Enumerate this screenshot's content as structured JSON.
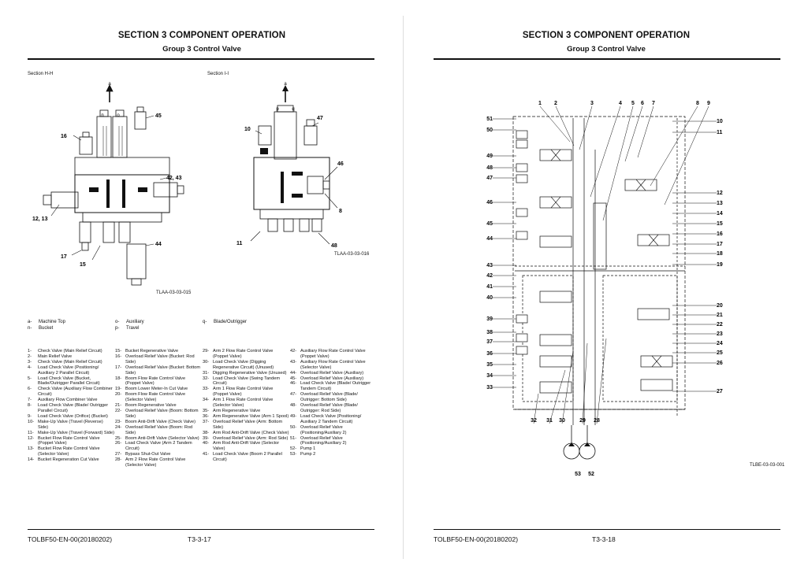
{
  "left": {
    "section_title": "SECTION 3 COMPONENT OPERATION",
    "group_title": "Group 3 Control Valve",
    "section_hh": "Section H-H",
    "section_ii": "Section I-I",
    "fig1_code": "TLAA-03-03-015",
    "fig2_code": "TLAA-03-03-016",
    "fig1_labels": {
      "a": "a",
      "n": "n",
      "o": "o",
      "c45": "45",
      "c16": "16",
      "c4243": "42, 43",
      "c1213": "12, 13",
      "c44": "44",
      "c17": "17",
      "c15": "15"
    },
    "fig2_labels": {
      "a": "a",
      "p": "p",
      "q": "q",
      "c10": "10",
      "c47": "47",
      "c46": "46",
      "c8": "8",
      "c11": "11",
      "c48": "48"
    },
    "legend_letters": [
      {
        "k": "a-",
        "t": "Machine Top"
      },
      {
        "k": "n-",
        "t": "Bucket"
      },
      {
        "k": "o-",
        "t": "Auxiliary"
      },
      {
        "k": "p-",
        "t": "Travel"
      },
      {
        "k": "q-",
        "t": "Blade/Outrigger"
      }
    ],
    "legend_items": [
      {
        "n": "1-",
        "t": "Check Valve (Main Relief Circuit)"
      },
      {
        "n": "2-",
        "t": "Main Relief Valve"
      },
      {
        "n": "3-",
        "t": "Check Valve (Main Relief Circuit)"
      },
      {
        "n": "4-",
        "t": "Load Check Valve (Positioning/ Auxiliary 2 Parallel Circuit)"
      },
      {
        "n": "5-",
        "t": "Load Check Valve (Bucket, Blade/Outrigger Parallel Circuit)"
      },
      {
        "n": "6-",
        "t": "Check Valve (Auxiliary Flow Combiner Circuit)"
      },
      {
        "n": "7-",
        "t": "Auxiliary Flow Combiner Valve"
      },
      {
        "n": "8-",
        "t": "Load Check Valve (Blade/ Outrigger Parallel Circuit)"
      },
      {
        "n": "9-",
        "t": "Load Check Valve (Orifice) (Bucket)"
      },
      {
        "n": "10-",
        "t": "Make-Up Valve (Travel (Reverse) Side)"
      },
      {
        "n": "11-",
        "t": "Make-Up Valve (Travel (Forward) Side)"
      },
      {
        "n": "12-",
        "t": "Bucket Flow Rate Control Valve (Poppet Valve)"
      },
      {
        "n": "13-",
        "t": "Bucket Flow Rate Control Valve (Selector Valve)"
      },
      {
        "n": "14-",
        "t": "Bucket Regeneration Cut Valve"
      },
      {
        "n": "15-",
        "t": "Bucket Regenerative Valve"
      },
      {
        "n": "16-",
        "t": "Overload Relief Valve (Bucket: Rod Side)"
      },
      {
        "n": "17-",
        "t": "Overload Relief Valve (Bucket: Bottom Side)"
      },
      {
        "n": "18-",
        "t": "Boom Flow Rate Control Valve (Poppet Valve)"
      },
      {
        "n": "19-",
        "t": "Boom Lower Meter-In Cut Valve"
      },
      {
        "n": "20-",
        "t": "Boom Flow Rate Control Valve (Selector Valve)"
      },
      {
        "n": "21-",
        "t": "Boom Regenerative Valve"
      },
      {
        "n": "22-",
        "t": "Overload Relief Valve (Boom: Bottom Side)"
      },
      {
        "n": "23-",
        "t": "Boom Anti-Drift Valve (Check Valve)"
      },
      {
        "n": "24-",
        "t": "Overload Relief Valve (Boom: Rod Side)"
      },
      {
        "n": "25-",
        "t": "Boom Anti-Drift Valve (Selector Valve)"
      },
      {
        "n": "26-",
        "t": "Load Check Valve (Arm 2 Tandem Circuit)"
      },
      {
        "n": "27-",
        "t": "Bypass Shut-Out Valve"
      },
      {
        "n": "28-",
        "t": "Arm 2 Flow Rate Control Valve (Selector Valve)"
      },
      {
        "n": "29-",
        "t": "Arm 2 Flow Rate Control Valve (Poppet Valve)"
      },
      {
        "n": "30-",
        "t": "Load Check Valve (Digging Regenerative Circuit) (Unused)"
      },
      {
        "n": "31-",
        "t": "Digging Regenerative Valve (Unused)"
      },
      {
        "n": "32-",
        "t": "Load Check Valve (Swing Tandem Circuit)"
      },
      {
        "n": "33-",
        "t": "Arm 1 Flow Rate Control Valve (Poppet Valve)"
      },
      {
        "n": "34-",
        "t": "Arm 1 Flow Rate Control Valve (Selector Valve)"
      },
      {
        "n": "35-",
        "t": "Arm Regenerative Valve"
      },
      {
        "n": "36-",
        "t": "Arm Regenerative Valve (Arm 1 Spool)"
      },
      {
        "n": "37-",
        "t": "Overload Relief Valve (Arm: Bottom Side)"
      },
      {
        "n": "38-",
        "t": "Arm Rod Anti-Drift Valve (Check Valve)"
      },
      {
        "n": "39-",
        "t": "Overload Relief Valve (Arm: Rod Side)"
      },
      {
        "n": "40-",
        "t": "Arm Rod Anti-Drift Valve (Selector Valve)"
      },
      {
        "n": "41-",
        "t": "Load Check Valve (Boom 2 Parallel Circuit)"
      },
      {
        "n": "42-",
        "t": "Auxiliary Flow Rate Control Valve (Poppet Valve)"
      },
      {
        "n": "43-",
        "t": "Auxiliary Flow Rate Control Valve (Selector Valve)"
      },
      {
        "n": "44-",
        "t": "Overload Relief Valve (Auxiliary)"
      },
      {
        "n": "45-",
        "t": "Overload Relief Valve (Auxiliary)"
      },
      {
        "n": "46-",
        "t": "Load Check Valve (Blade/ Outrigger Tandem Circuit)"
      },
      {
        "n": "47-",
        "t": "Overload Relief Valve (Blade/ Outrigger: Bottom Side)"
      },
      {
        "n": "48-",
        "t": "Overload Relief Valve (Blade/ Outrigger: Rod Side)"
      },
      {
        "n": "49-",
        "t": "Load Check Valve (Positioning/ Auxiliary 2 Tandem Circuit)"
      },
      {
        "n": "50-",
        "t": "Overload Relief Valve (Positioning/Auxiliary 2)"
      },
      {
        "n": "51-",
        "t": "Overload Relief Valve (Positioning/Auxiliary 2)"
      },
      {
        "n": "52-",
        "t": "Pump 1"
      },
      {
        "n": "53-",
        "t": "Pump 2"
      }
    ],
    "footer_code": "TOLBF50-EN-00(20180202)",
    "page_number": "T3-3-17"
  },
  "right": {
    "section_title": "SECTION 3 COMPONENT OPERATION",
    "group_title": "Group 3 Control Valve",
    "fig_code": "TLBE-03-03-001",
    "top_labels": [
      "1",
      "2",
      "3",
      "4",
      "5",
      "6",
      "7",
      "8",
      "9"
    ],
    "left_labels": [
      "51",
      "50",
      "49",
      "48",
      "47",
      "46",
      "45",
      "44",
      "43",
      "42",
      "41",
      "40",
      "39",
      "38",
      "37",
      "36",
      "35",
      "34",
      "33"
    ],
    "right_labels": [
      "10",
      "11",
      "12",
      "13",
      "14",
      "15",
      "16",
      "17",
      "18",
      "19",
      "20",
      "21",
      "22",
      "23",
      "24",
      "25",
      "26",
      "27"
    ],
    "bottom_labels": [
      "32",
      "31",
      "30",
      "29",
      "28"
    ],
    "pump_labels": [
      "53",
      "52"
    ],
    "footer_code": "TOLBF50-EN-00(20180202)",
    "page_number": "T3-3-18"
  }
}
